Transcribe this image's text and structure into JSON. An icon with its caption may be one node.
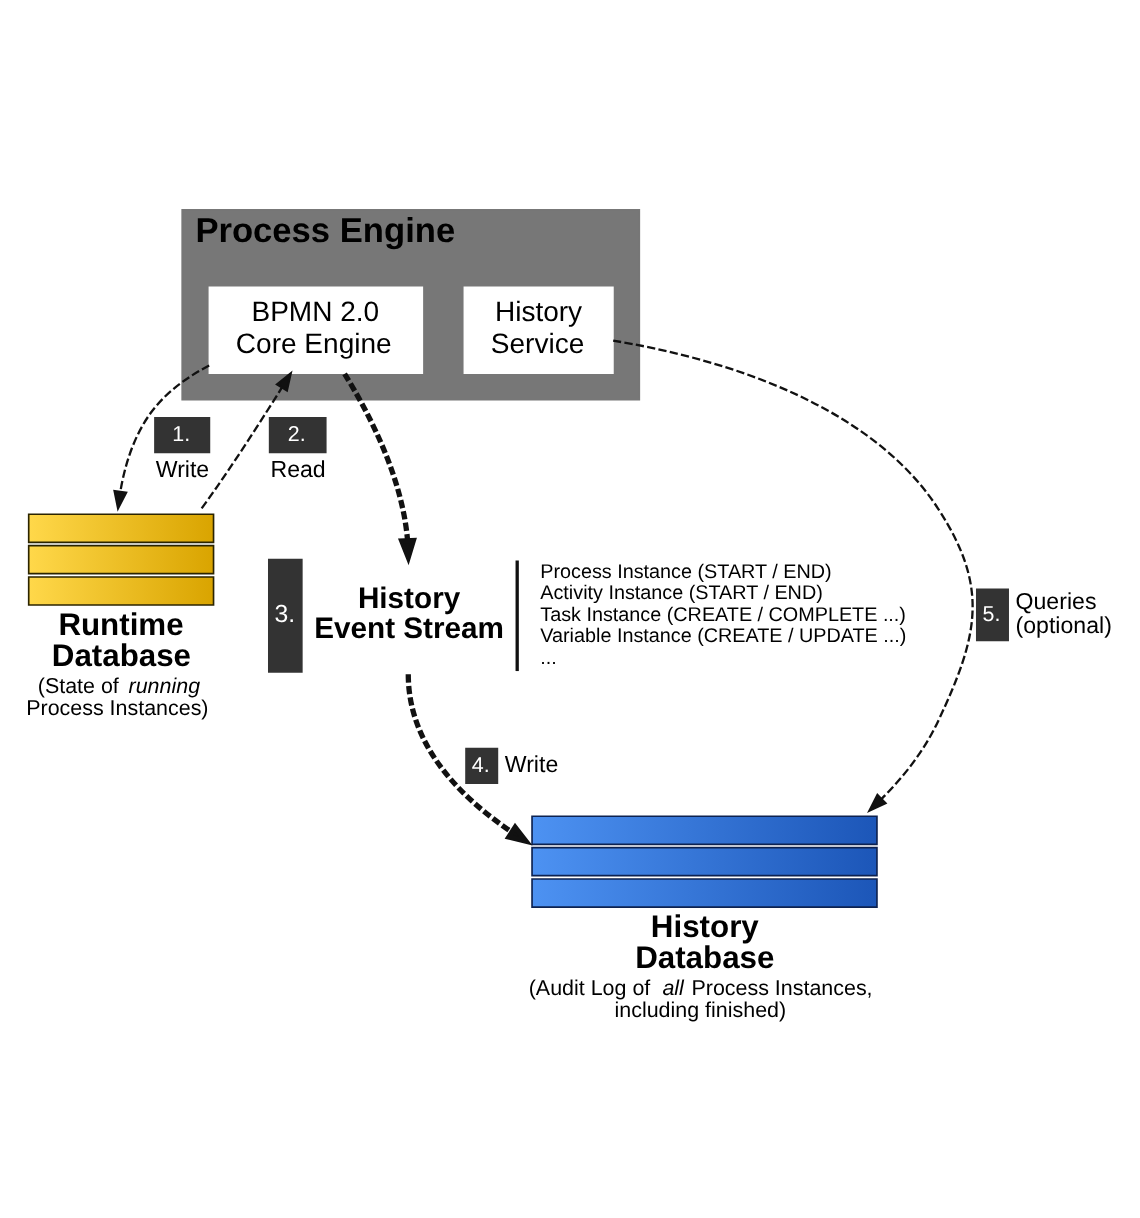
{
  "diagram": {
    "nodes": [
      {
        "text": [
          "Process Engine"
        ]
      },
      {
        "text": [
          "BPMN 2.0 Core Engine"
        ],
        "in": 0
      },
      {
        "text": [
          "History Service"
        ],
        "in": 0
      },
      {
        "text": [
          "Runtime Database",
          "(State of *running* Process Instances)"
        ]
      },
      {
        "text": [
          "3.",
          "History Event Stream"
        ],
        "beside": [
          "Process Instance (START / END)",
          "Activity Instance (START / END)",
          "Task Instance (CREATE / COMPLETE ...)",
          "Variable Instance (CREATE / UPDATE ...)",
          "..."
        ]
      },
      {
        "text": [
          "History Database",
          "(Audit Log of *all* Process Instances, including finished)"
        ]
      }
    ],
    "edges": [
      {
        "from": 1,
        "to": 3,
        "arrow": "to",
        "label": "1. Write",
        "style": "dashed"
      },
      {
        "from": 3,
        "to": 1,
        "arrow": "to",
        "label": "2. Read",
        "style": "dashed"
      },
      {
        "from": 1,
        "to": 4,
        "arrow": "to",
        "style": "dashed"
      },
      {
        "from": 4,
        "to": 5,
        "arrow": "to",
        "label": "4. Write",
        "style": "dashed"
      },
      {
        "from": 2,
        "to": 5,
        "arrow": "to",
        "label": "5. Queries (optional)",
        "style": "dashed"
      }
    ]
  }
}
